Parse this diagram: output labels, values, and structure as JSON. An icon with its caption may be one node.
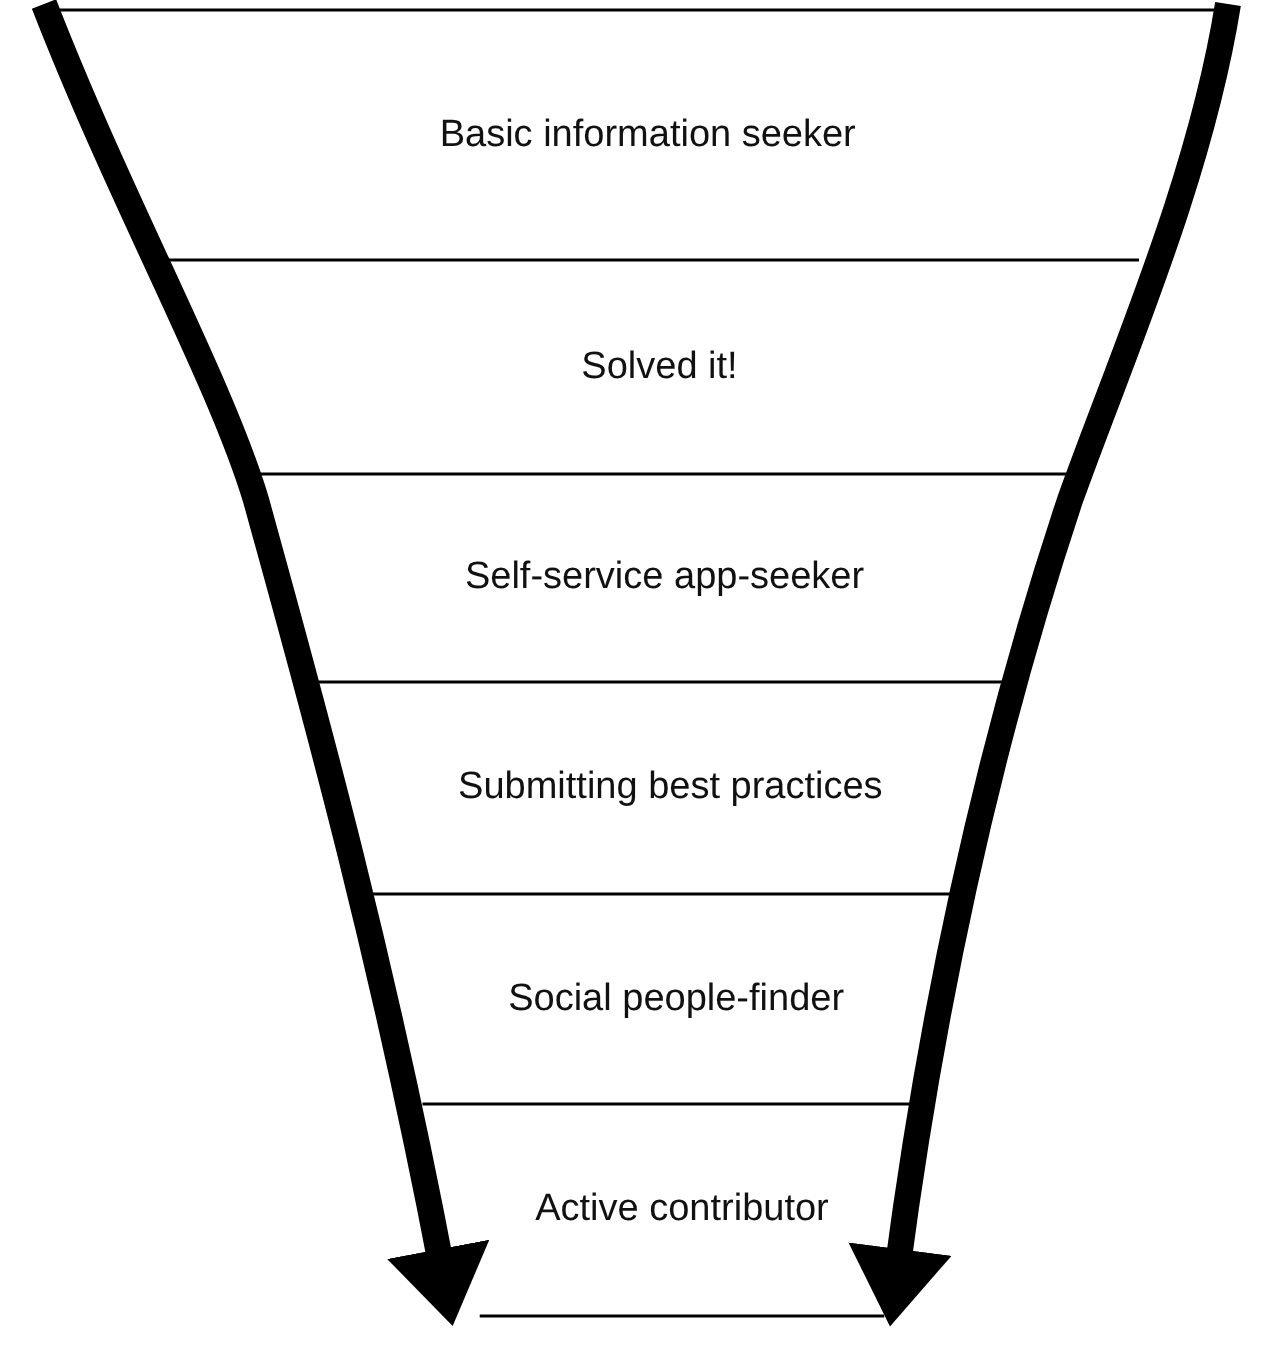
{
  "diagram": {
    "nodes": [
      {
        "text": [
          "Basic information seeker"
        ]
      },
      {
        "text": [
          "Solved it!"
        ]
      },
      {
        "text": [
          "Self-service app-seeker"
        ]
      },
      {
        "text": [
          "Submitting best practices"
        ]
      },
      {
        "text": [
          "Social people-finder"
        ]
      },
      {
        "text": [
          "Active contributor"
        ]
      }
    ]
  }
}
